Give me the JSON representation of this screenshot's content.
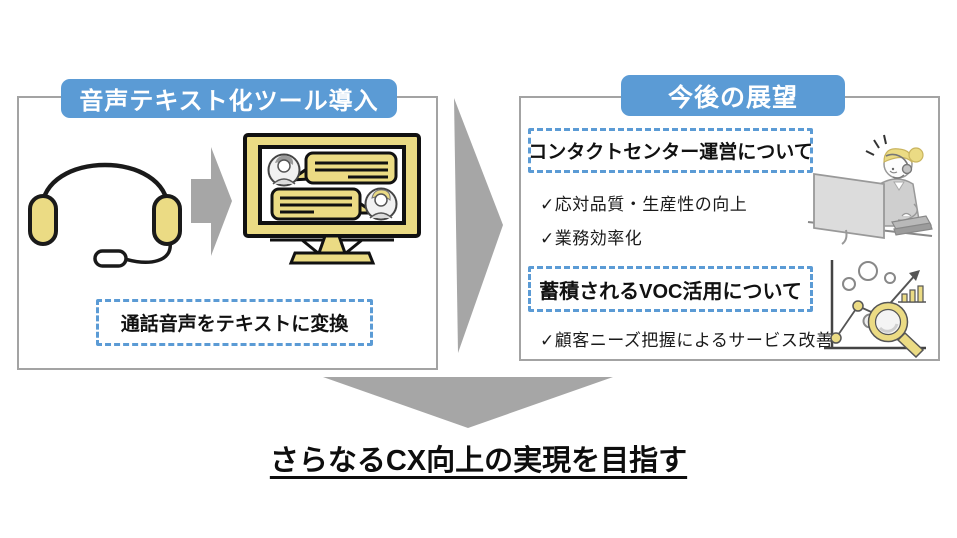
{
  "left_panel": {
    "header": "音声テキスト化ツール導入",
    "caption": "通話音声をテキストに変換"
  },
  "right_panel": {
    "header": "今後の展望",
    "sections": [
      {
        "title": "コンタクトセンター運営について",
        "items": [
          "✓応対品質・生産性の向上",
          "✓業務効率化"
        ]
      },
      {
        "title": "蓄積されるVOC活用について",
        "items": [
          "✓顧客ニーズ把握によるサービス改善"
        ]
      }
    ]
  },
  "footer": {
    "title": "さらなるCX向上の実現を目指す"
  },
  "colors": {
    "accent_blue": "#5B9BD5",
    "dashed_border_blue": "#5B9BD5",
    "illustration_yellow": "#EBDB84",
    "arrow_gray": "#A6A6A6",
    "panel_border_gray": "#A3A3A3"
  },
  "icons": {
    "headset": "headset-icon",
    "small_right_arrow": "right-block-arrow-icon",
    "chat_monitor": "chat-transcript-monitor-icon",
    "big_right_arrow": "right-triangle-arrow-icon",
    "operator": "operator-at-desk-icon",
    "analytics": "analytics-magnifier-icon",
    "down_arrow": "down-triangle-arrow-icon"
  }
}
